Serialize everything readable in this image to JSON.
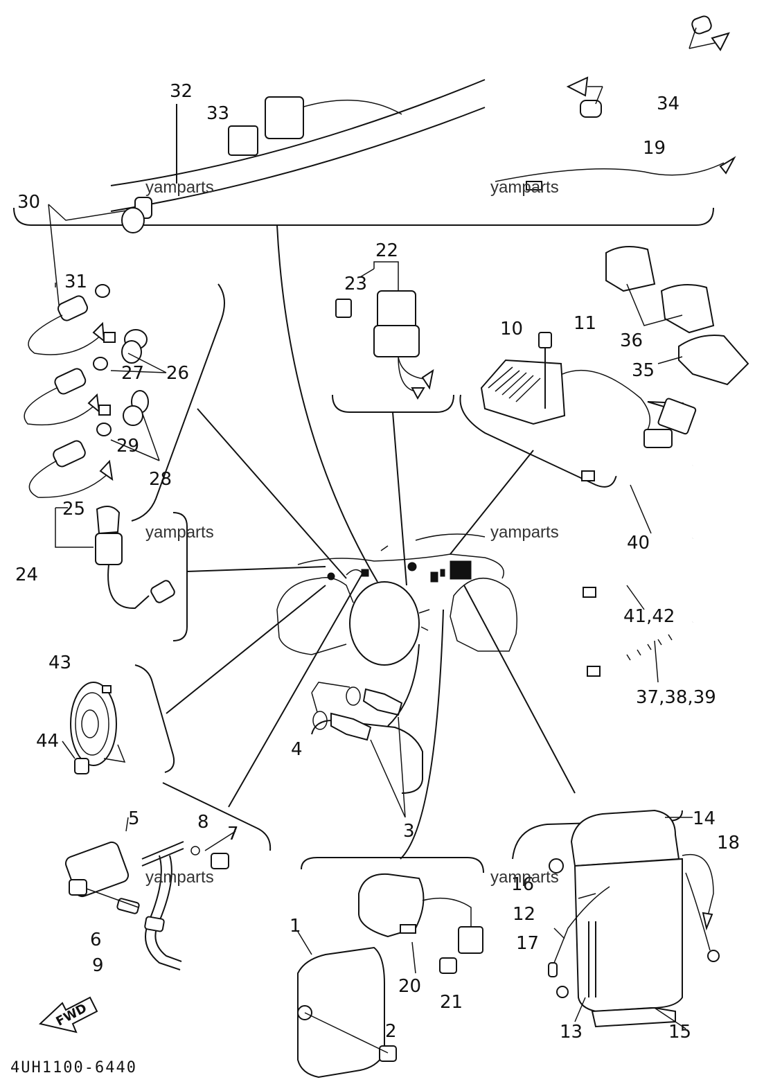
{
  "diagram": {
    "code": "4UH1100-6440",
    "watermark": "yamparts",
    "fwd_label": "FWD",
    "callouts": {
      "c1": "1",
      "c2": "2",
      "c3": "3",
      "c4": "4",
      "c5": "5",
      "c6": "6",
      "c7": "7",
      "c8": "8",
      "c9": "9",
      "c10": "10",
      "c11": "11",
      "c12": "12",
      "c13": "13",
      "c14": "14",
      "c15": "15",
      "c16": "16",
      "c17": "17",
      "c18": "18",
      "c19": "19",
      "c20": "20",
      "c21": "21",
      "c22": "22",
      "c23": "23",
      "c24": "24",
      "c25": "25",
      "c26": "26",
      "c27": "27",
      "c28": "28",
      "c29": "29",
      "c30": "30",
      "c31": "31",
      "c32": "32",
      "c33": "33",
      "c34": "34",
      "c35": "35",
      "c36": "36",
      "c37_39": "37,38,39",
      "c40": "40",
      "c41_42": "41,42",
      "c43": "43",
      "c44": "44"
    }
  }
}
